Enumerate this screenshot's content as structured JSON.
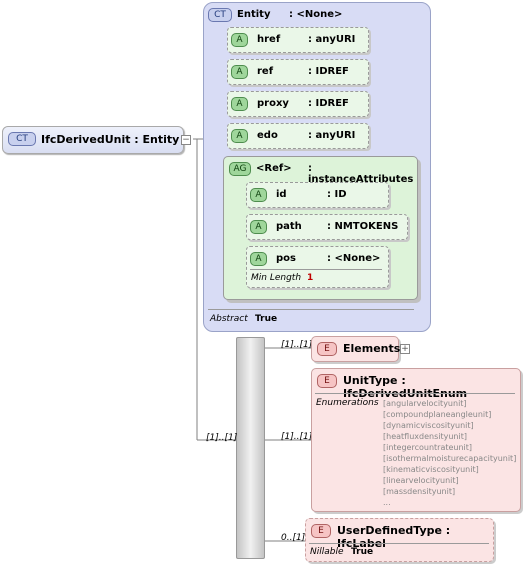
{
  "root": {
    "badge": "CT",
    "label": "IfcDerivedUnit : Entity"
  },
  "entity": {
    "badge": "CT",
    "name": "Entity",
    "type": ": <None>",
    "attributes": [
      {
        "badge": "A",
        "name": "href",
        "type": ": anyURI"
      },
      {
        "badge": "A",
        "name": "ref",
        "type": ": IDREF"
      },
      {
        "badge": "A",
        "name": "proxy",
        "type": ": IDREF"
      },
      {
        "badge": "A",
        "name": "edo",
        "type": ": anyURI"
      }
    ],
    "group": {
      "badge": "AG",
      "name": "<Ref>",
      "type": ": instanceAttributes",
      "attributes": [
        {
          "badge": "A",
          "name": "id",
          "type": ": ID"
        },
        {
          "badge": "A",
          "name": "path",
          "type": ": NMTOKENS"
        },
        {
          "badge": "A",
          "name": "pos",
          "type": ": <None>",
          "facet_label": "Min Length",
          "facet_value": "1"
        }
      ]
    },
    "abstract_label": "Abstract",
    "abstract_value": "True"
  },
  "sequence_occurrence": "[1]..[1]",
  "elements": [
    {
      "badge": "E",
      "occurrence": "[1]..[1]",
      "label": "Elements"
    },
    {
      "badge": "E",
      "occurrence": "[1]..[1]",
      "label": "UnitType : IfcDerivedUnitEnum",
      "enum_label": "Enumerations",
      "enums": [
        "[angularvelocityunit]",
        "[compoundplaneangleunit]",
        "[dynamicviscosityunit]",
        "[heatfluxdensityunit]",
        "[integercountrateunit]",
        "[isothermalmoisturecapacityunit]",
        "[kinematicviscosityunit]",
        "[linearvelocityunit]",
        "[massdensityunit]",
        "..."
      ]
    },
    {
      "badge": "E",
      "occurrence": "0..[1]",
      "label": "UserDefinedType : IfcLabel",
      "nillable_label": "Nillable",
      "nillable_value": "True"
    }
  ]
}
